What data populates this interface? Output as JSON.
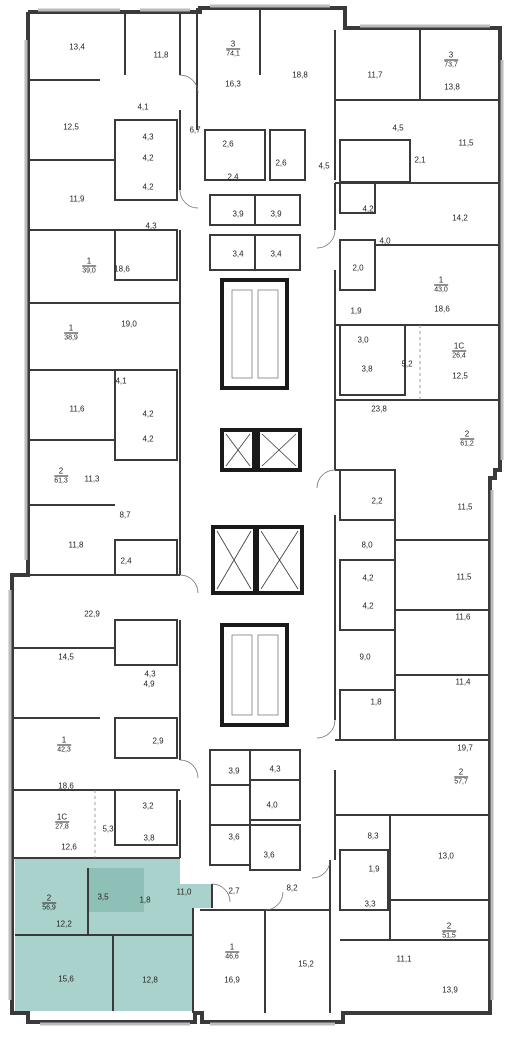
{
  "colors": {
    "wall": "#3a3a3a",
    "highlight": "#a9d2cc",
    "window": "#bbbbbb",
    "partition": "#888888"
  },
  "apartments": [
    {
      "id": "a1",
      "rooms": "3",
      "area": "74,1"
    },
    {
      "id": "a2",
      "rooms": "3",
      "area": "73,7"
    },
    {
      "id": "a3",
      "rooms": "1",
      "area": "39,0"
    },
    {
      "id": "a4",
      "rooms": "1",
      "area": "43,0"
    },
    {
      "id": "a5",
      "rooms": "1",
      "area": "38,9"
    },
    {
      "id": "a6",
      "rooms": "1С",
      "area": "26,4"
    },
    {
      "id": "a7",
      "rooms": "2",
      "area": "61,2"
    },
    {
      "id": "a8",
      "rooms": "2",
      "area": "61,3"
    },
    {
      "id": "a9",
      "rooms": "1",
      "area": "42,3"
    },
    {
      "id": "a10",
      "rooms": "2",
      "area": "57,7"
    },
    {
      "id": "a11",
      "rooms": "1С",
      "area": "27,8"
    },
    {
      "id": "a12",
      "rooms": "2",
      "area": "56,9",
      "highlighted": true
    },
    {
      "id": "a13",
      "rooms": "1",
      "area": "46,6"
    },
    {
      "id": "a14",
      "rooms": "2",
      "area": "51,5"
    }
  ],
  "room_areas": [
    "13,4",
    "11,8",
    "16,3",
    "18,8",
    "11,7",
    "13,8",
    "4,1",
    "12,5",
    "4,3",
    "6,7",
    "2,6",
    "2,6",
    "4,5",
    "4,5",
    "4,2",
    "2,1",
    "11,5",
    "2,4",
    "4,2",
    "11,9",
    "3,9",
    "3,9",
    "4,2",
    "14,2",
    "4,3",
    "4,0",
    "3,4",
    "3,4",
    "2,0",
    "18,6",
    "18,6",
    "1,9",
    "19,0",
    "3,0",
    "5,2",
    "3,8",
    "12,5",
    "4,1",
    "11,6",
    "4,2",
    "23,8",
    "4,2",
    "11,3",
    "2,2",
    "11,5",
    "8,7",
    "11,8",
    "8,0",
    "2,4",
    "4,2",
    "11,5",
    "22,9",
    "4,2",
    "11,6",
    "14,5",
    "4,3",
    "9,0",
    "4,9",
    "11,4",
    "18,6",
    "1,8",
    "2,9",
    "3,9",
    "4,3",
    "19,7",
    "4,0",
    "3,2",
    "3,8",
    "5,3",
    "3,6",
    "3,6",
    "8,3",
    "12,6",
    "1,9",
    "13,0",
    "3,3",
    "3,5",
    "1,8",
    "11,0",
    "2,7",
    "8,2",
    "12,2",
    "15,6",
    "12,8",
    "16,9",
    "15,2",
    "11,1",
    "13,9"
  ]
}
